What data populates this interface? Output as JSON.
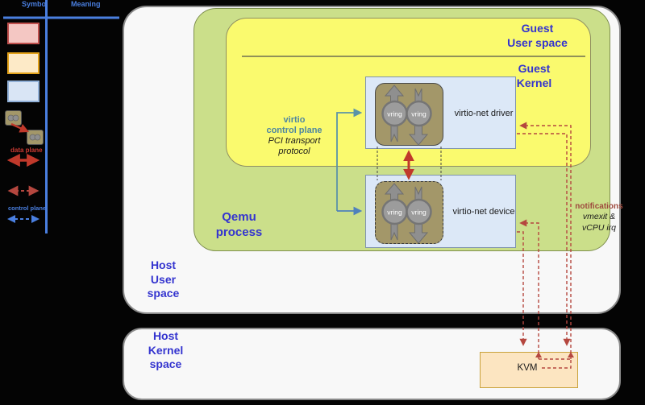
{
  "legend": {
    "col1_header": "Symbol",
    "col2_header": "Meaning",
    "data_plane_label": "data plane",
    "control_plane_label": "control plane"
  },
  "diagram": {
    "guest_user": [
      "Guest",
      "User space"
    ],
    "guest_kernel": [
      "Guest",
      "Kernel"
    ],
    "qemu": [
      "Qemu",
      "process"
    ],
    "host_user": [
      "Host",
      "User",
      "space"
    ],
    "host_kernel": [
      "Host",
      "Kernel",
      "space"
    ],
    "control_plane": [
      "virtio",
      "control plane"
    ],
    "pci": [
      "PCI transport",
      "protocol"
    ],
    "notifications": [
      "notifications",
      "vmexit &",
      "vCPU irq"
    ],
    "driver_label": "virtio-net driver",
    "device_label": "virtio-net device",
    "kvm_label": "KVM",
    "vring_label": "vring"
  },
  "colors": {
    "label_blue": "#3434cf",
    "control_teal": "#4e86a0",
    "data_red": "#c0392b",
    "notification_red": "#b5473f",
    "legend_blue": "#4a7fe0",
    "qemu_green": "#cbdf8a",
    "guest_yellow": "#fafa6e",
    "vnet_blue": "#dce8f7",
    "vring_khaki": "#a39769",
    "kvm_orange": "#fce5c1"
  }
}
